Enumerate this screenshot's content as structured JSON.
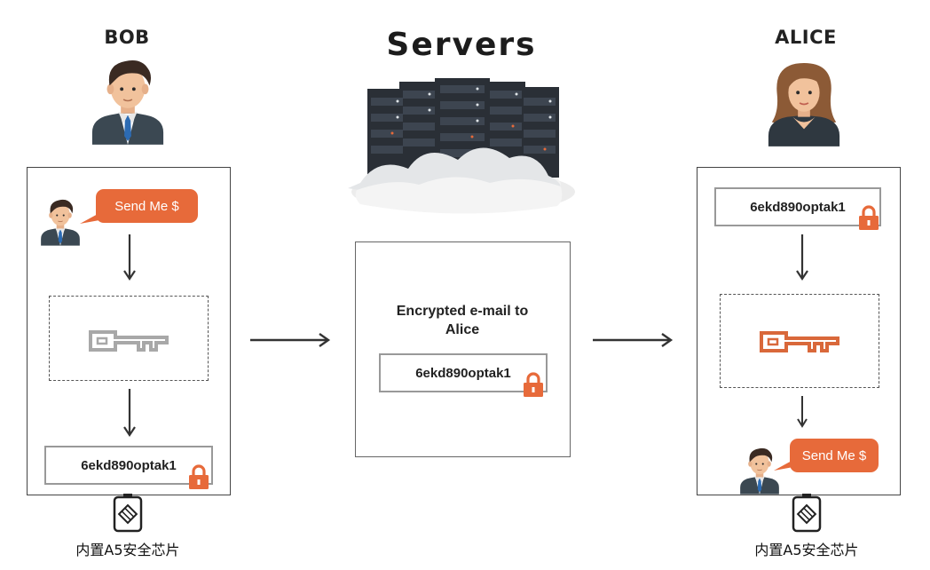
{
  "bob": {
    "title": "BOB",
    "message": "Send Me $",
    "ciphertext": "6ekd890optak1",
    "chip_label": "内置A5安全芯片"
  },
  "servers": {
    "title": "Servers",
    "caption": "Encrypted e-mail to Alice",
    "ciphertext": "6ekd890optak1"
  },
  "alice": {
    "title": "ALICE",
    "ciphertext": "6ekd890optak1",
    "message": "Send Me $",
    "chip_label": "内置A5安全芯片"
  },
  "colors": {
    "accent": "#e76a3a",
    "lock": "#e76a3a",
    "key_gray": "#a8a8a8",
    "key_orange": "#d9683a",
    "border": "#444444"
  },
  "icons": [
    "man-avatar-icon",
    "woman-avatar-icon",
    "server-rack-icon",
    "key-icon",
    "lock-icon",
    "chip-icon",
    "arrow-icon"
  ]
}
